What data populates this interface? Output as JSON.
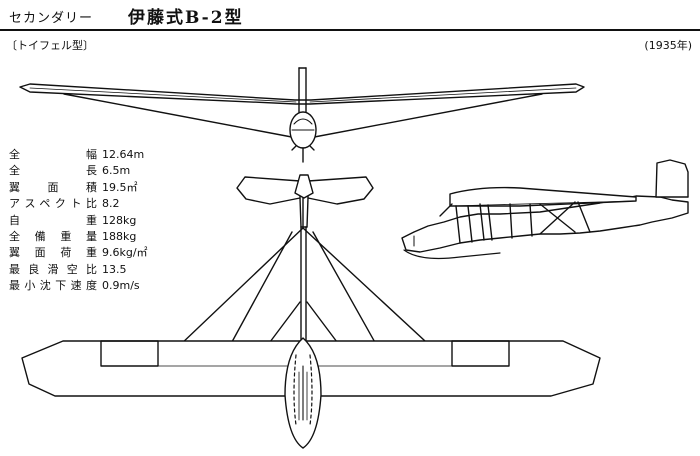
{
  "header": {
    "category": "セカンダリー",
    "title": "伊藤式B-2型",
    "subtitle": "〔トイフェル型〕",
    "year": "(1935年)"
  },
  "specs": [
    {
      "label": "全幅",
      "value": "12.64m"
    },
    {
      "label": "全長",
      "value": "6.5m"
    },
    {
      "label": "翼面積",
      "value": "19.5㎡"
    },
    {
      "label": "アスペクト比",
      "value": "8.2"
    },
    {
      "label": "自重",
      "value": "128kg"
    },
    {
      "label": "全備重量",
      "value": "188kg"
    },
    {
      "label": "翼面荷重",
      "value": "9.6kg/㎡"
    },
    {
      "label": "最良滑空比",
      "value": "13.5"
    },
    {
      "label": "最小沈下速度",
      "value": "0.9m/s"
    }
  ],
  "drawing": {
    "views": [
      "front-view",
      "side-view",
      "top-view"
    ],
    "line_color": "#111111"
  }
}
